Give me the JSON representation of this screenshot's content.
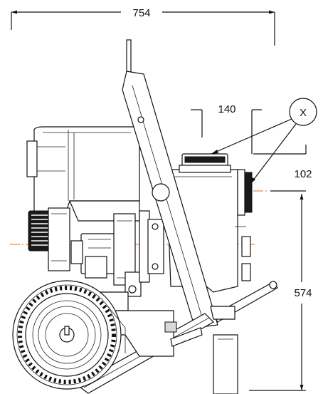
{
  "dimensions": {
    "overall_width": "754",
    "outlet_spacing": "140",
    "outlet_offset": "102",
    "outlet_height": "574"
  },
  "callout": {
    "label": "X"
  },
  "colors": {
    "line": "#111111",
    "centerline": "#d9762b",
    "background": "#ffffff"
  }
}
